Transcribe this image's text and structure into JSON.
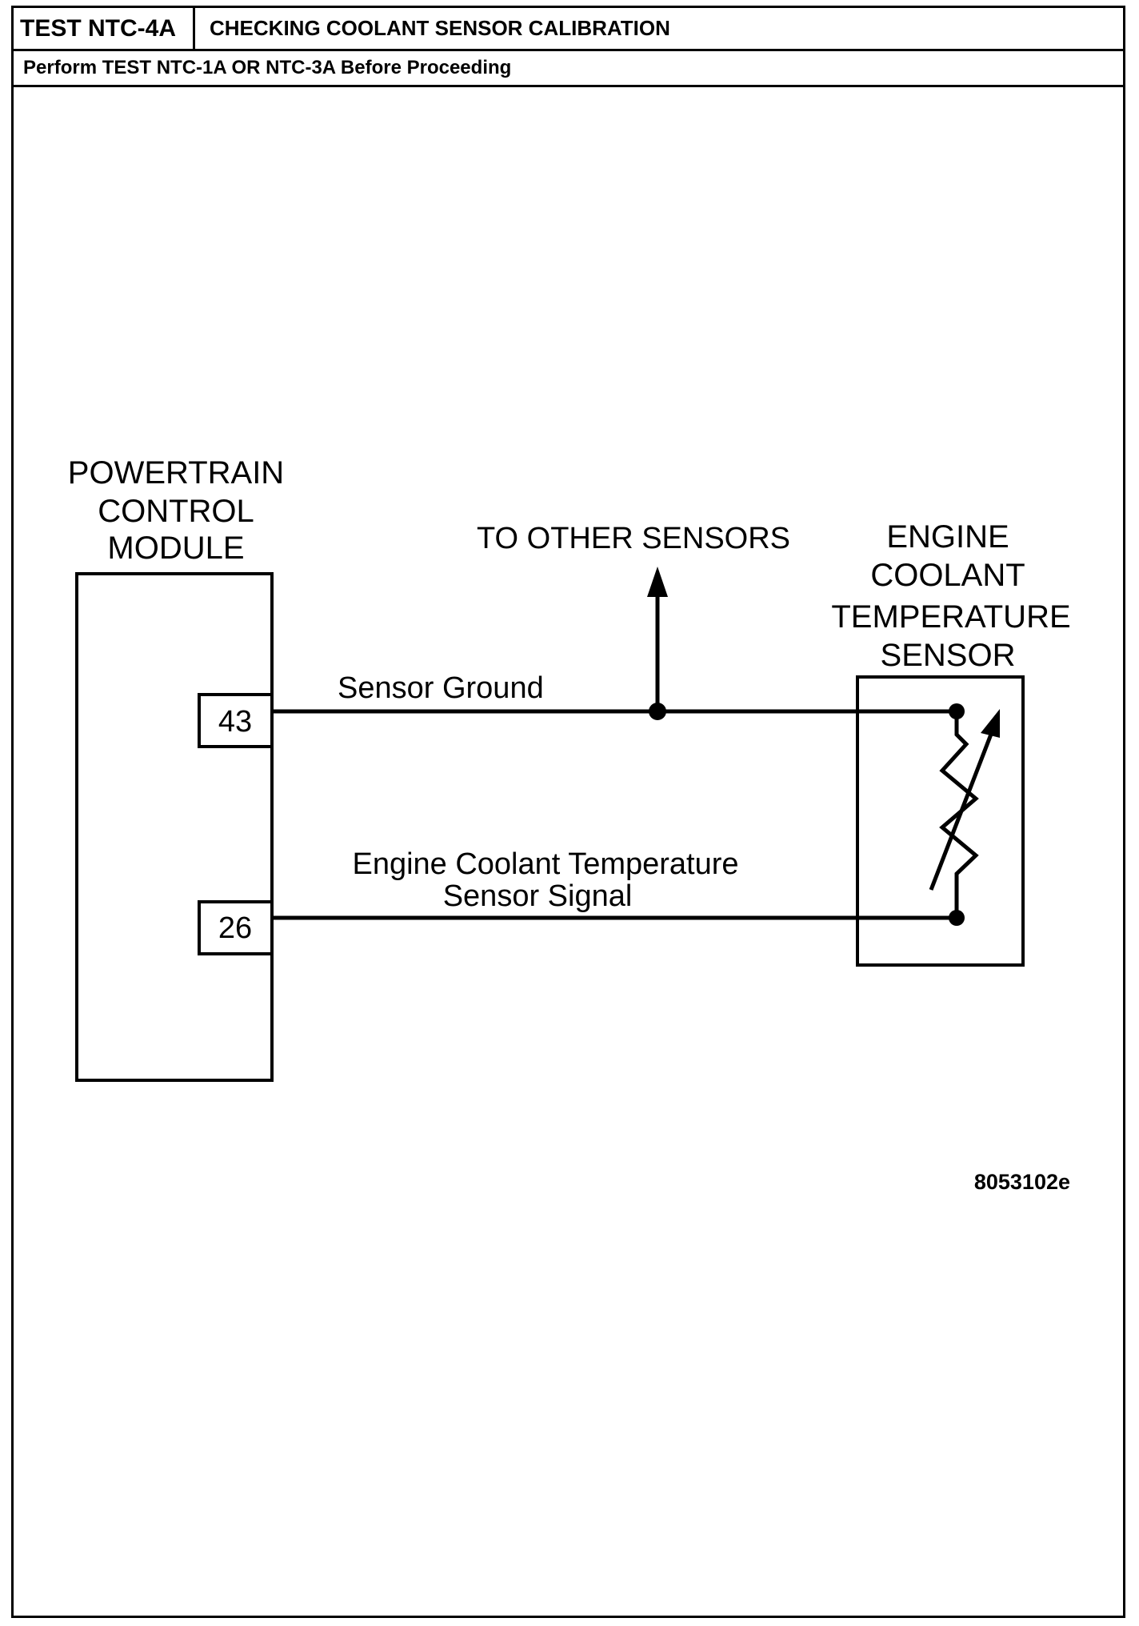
{
  "header": {
    "test_id": "TEST NTC-4A",
    "title": "CHECKING COOLANT SENSOR CALIBRATION",
    "prerequisite": "Perform TEST NTC-1A OR NTC-3A Before Proceeding"
  },
  "diagram": {
    "pcm_label_lines": [
      "POWERTRAIN",
      "CONTROL",
      "MODULE"
    ],
    "sensor_label_lines": [
      "ENGINE",
      "COOLANT",
      "TEMPERATURE",
      "SENSOR"
    ],
    "to_other_sensors": "TO OTHER SENSORS",
    "pin_ground": "43",
    "pin_signal": "26",
    "wire_ground_label": "Sensor Ground",
    "wire_signal_label_lines": [
      "Engine Coolant Temperature",
      "Sensor Signal"
    ],
    "figure_id": "8053102e"
  }
}
